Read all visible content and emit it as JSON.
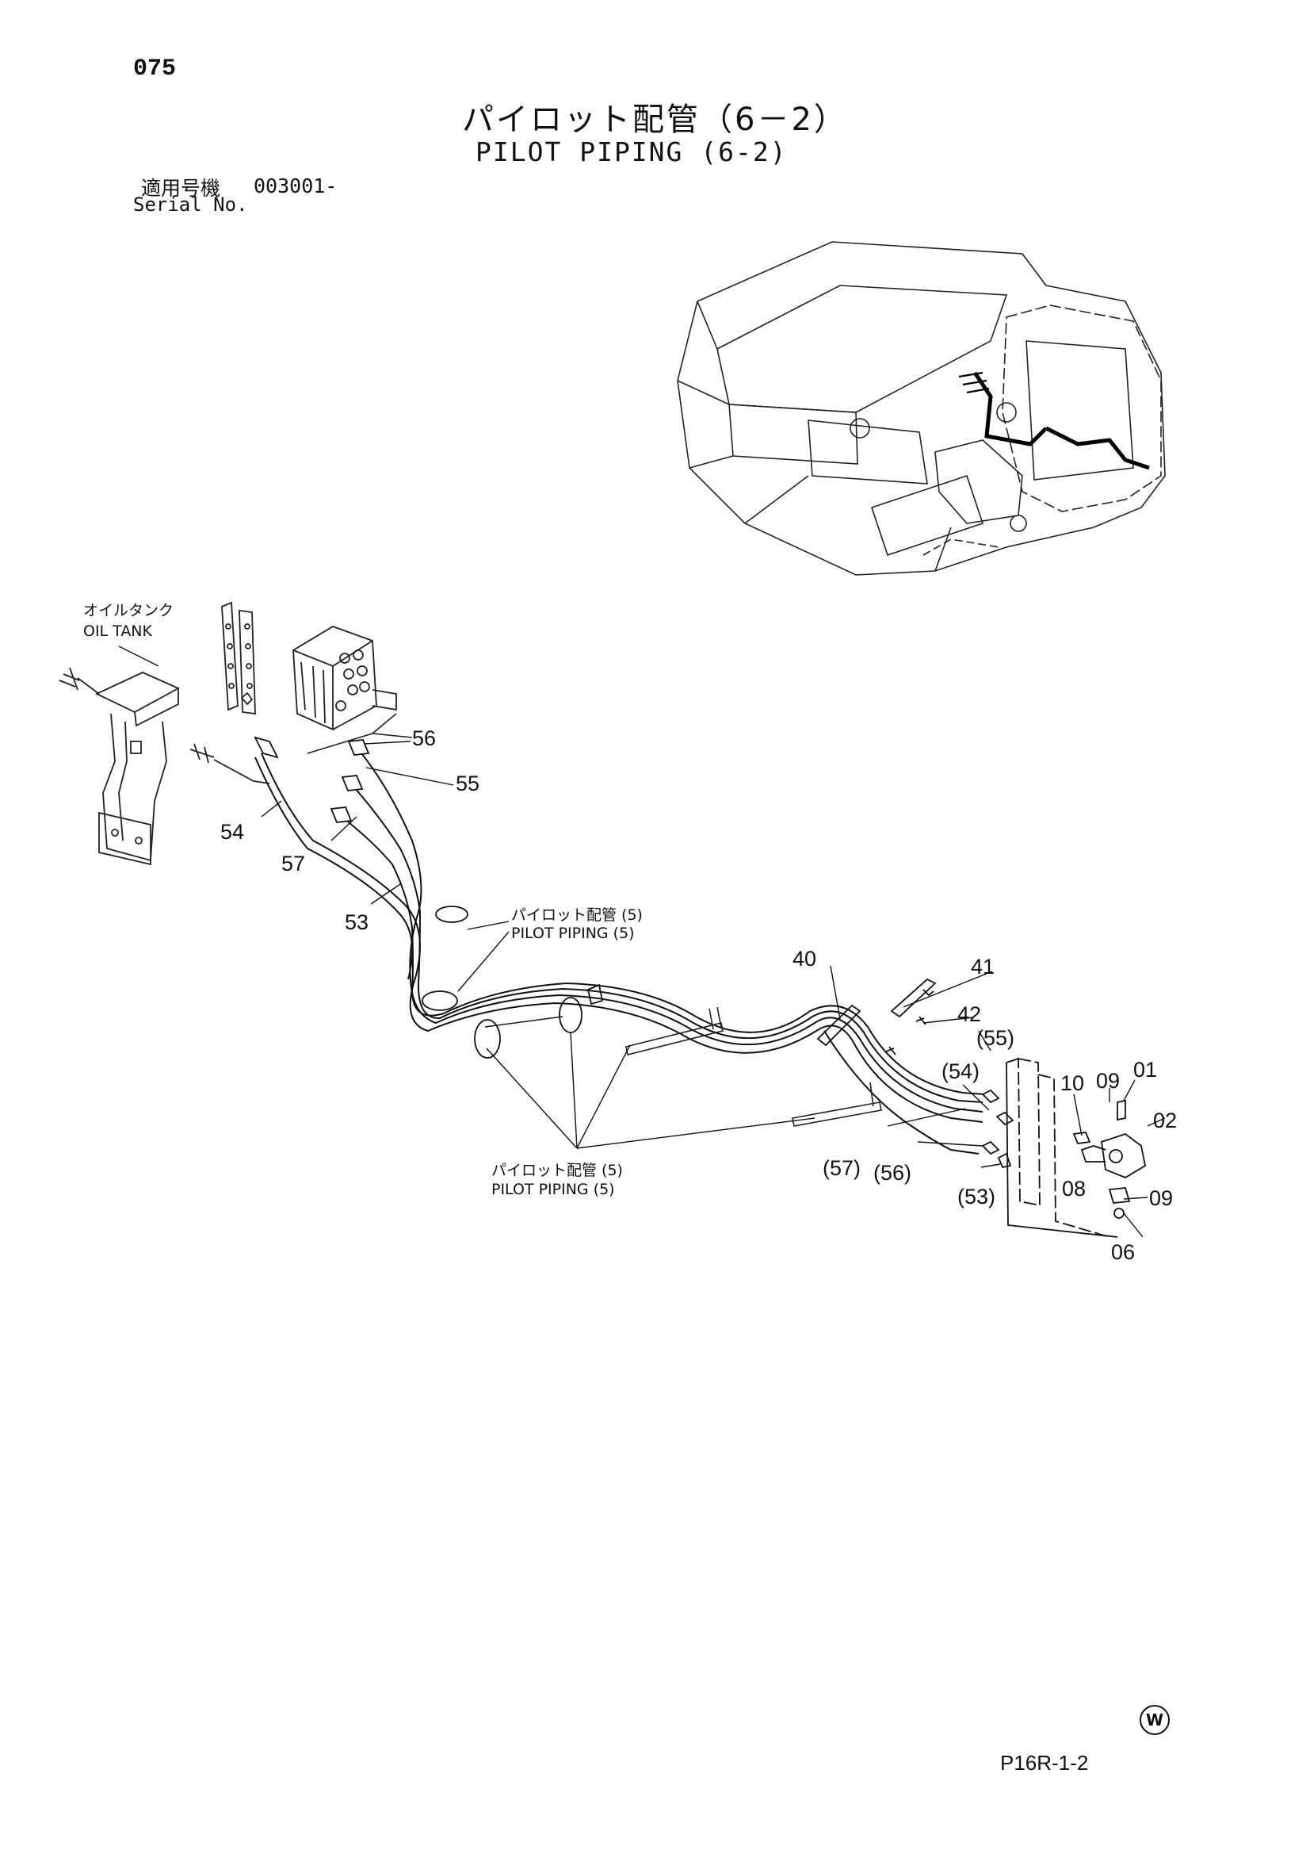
{
  "header": {
    "page_number": "075",
    "title_ja": "パイロット配管（6－2）",
    "title_en": "PILOT PIPING (6-2)",
    "serial_label_ja": "適用号機",
    "serial_value": "003001-",
    "serial_label_en": "Serial No."
  },
  "callouts": {
    "oil_tank_ja": "オイルタンク",
    "oil_tank_en": "OIL TANK",
    "pilot5_top_ja": "パイロット配管 (5)",
    "pilot5_top_en": "PILOT PIPING (5)",
    "pilot5_bottom_ja": "パイロット配管 (5)",
    "pilot5_bottom_en": "PILOT PIPING (5)"
  },
  "part_labels": {
    "p56": "56",
    "p55": "55",
    "p54": "54",
    "p57": "57",
    "p53": "53",
    "p40": "40",
    "p41": "41",
    "p42": "42",
    "p55_ref": "(55)",
    "p54_ref": "(54)",
    "p10": "10",
    "p09a": "09",
    "p01": "01",
    "p02": "02",
    "p57_ref": "(57)",
    "p56_ref": "(56)",
    "p53_ref": "(53)",
    "p08": "08",
    "p09b": "09",
    "p06": "06"
  },
  "footer": {
    "mark": "W",
    "figure_code": "P16R-1-2"
  }
}
